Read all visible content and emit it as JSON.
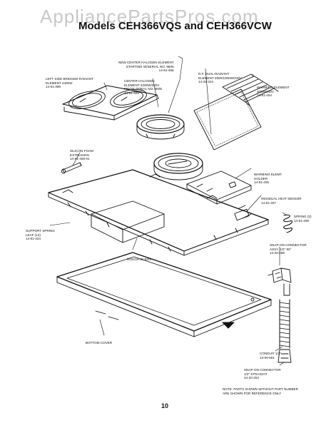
{
  "watermark": "AppliancePartsPros.com",
  "title": "Models CEH366VQS and CEH366VCW",
  "page_number": "10",
  "note": [
    "NOTE: PARTS SHOWN WITHOUT PART NUMBER",
    "ARE SHOWN FOR REFERENCE ONLY"
  ],
  "labels": {
    "new_center": [
      "NEW CENTER HALOGEN ELEMENT",
      "STARTING W/SERIAL NO. 9605",
      "14-61-466"
    ],
    "left_side": [
      "LEFT SIDE BRIDGED-RADIANT",
      "ELEMENT 4400W",
      "14-61-399"
    ],
    "center_halogen": [
      "CENTER HALOGEN",
      "ELEMENT 2200W/240V",
      "PRIOR SERIAL NO. 9605",
      "14-61-402"
    ],
    "rf_dual": [
      "R.F. DUAL-RADIANT",
      "ELEMENT 2500/1000W/240V",
      "14-32-424"
    ],
    "warming_element": [
      "WARMING ELEMENT",
      "400W/240V",
      "14-61-404"
    ],
    "silicon_foam": [
      "SILICON FOAM",
      "EXTRUSION",
      "14-61-408-01"
    ],
    "warming_holder": [
      "WARMING ELEMT.",
      "HOLDER",
      "14-61-405"
    ],
    "residual_heat": [
      "RESIDUAL HEAT SENSOR",
      "14-61-407"
    ],
    "spring": [
      "SPRING (2)",
      "14-61-408"
    ],
    "support_spring": [
      "SUPPORT SPRING",
      "LEAF (12)",
      "14-61-424"
    ],
    "rough_in_box": [
      "ROUGH-IN BOX"
    ],
    "snap_on_connector_assy": [
      "SNAP-ON CONNECTOR",
      "ASSY. 1/2\" 90°",
      "14-20-258"
    ],
    "bottom_cover": [
      "BOTTOM COVER"
    ],
    "conduit": [
      "CONDUIT 1/2\"",
      "13-00-661"
    ],
    "snap_on_straight": [
      "SNAP-ON CONNECTOR",
      "1/2\" STRAIGHT",
      "14-20-254"
    ]
  }
}
